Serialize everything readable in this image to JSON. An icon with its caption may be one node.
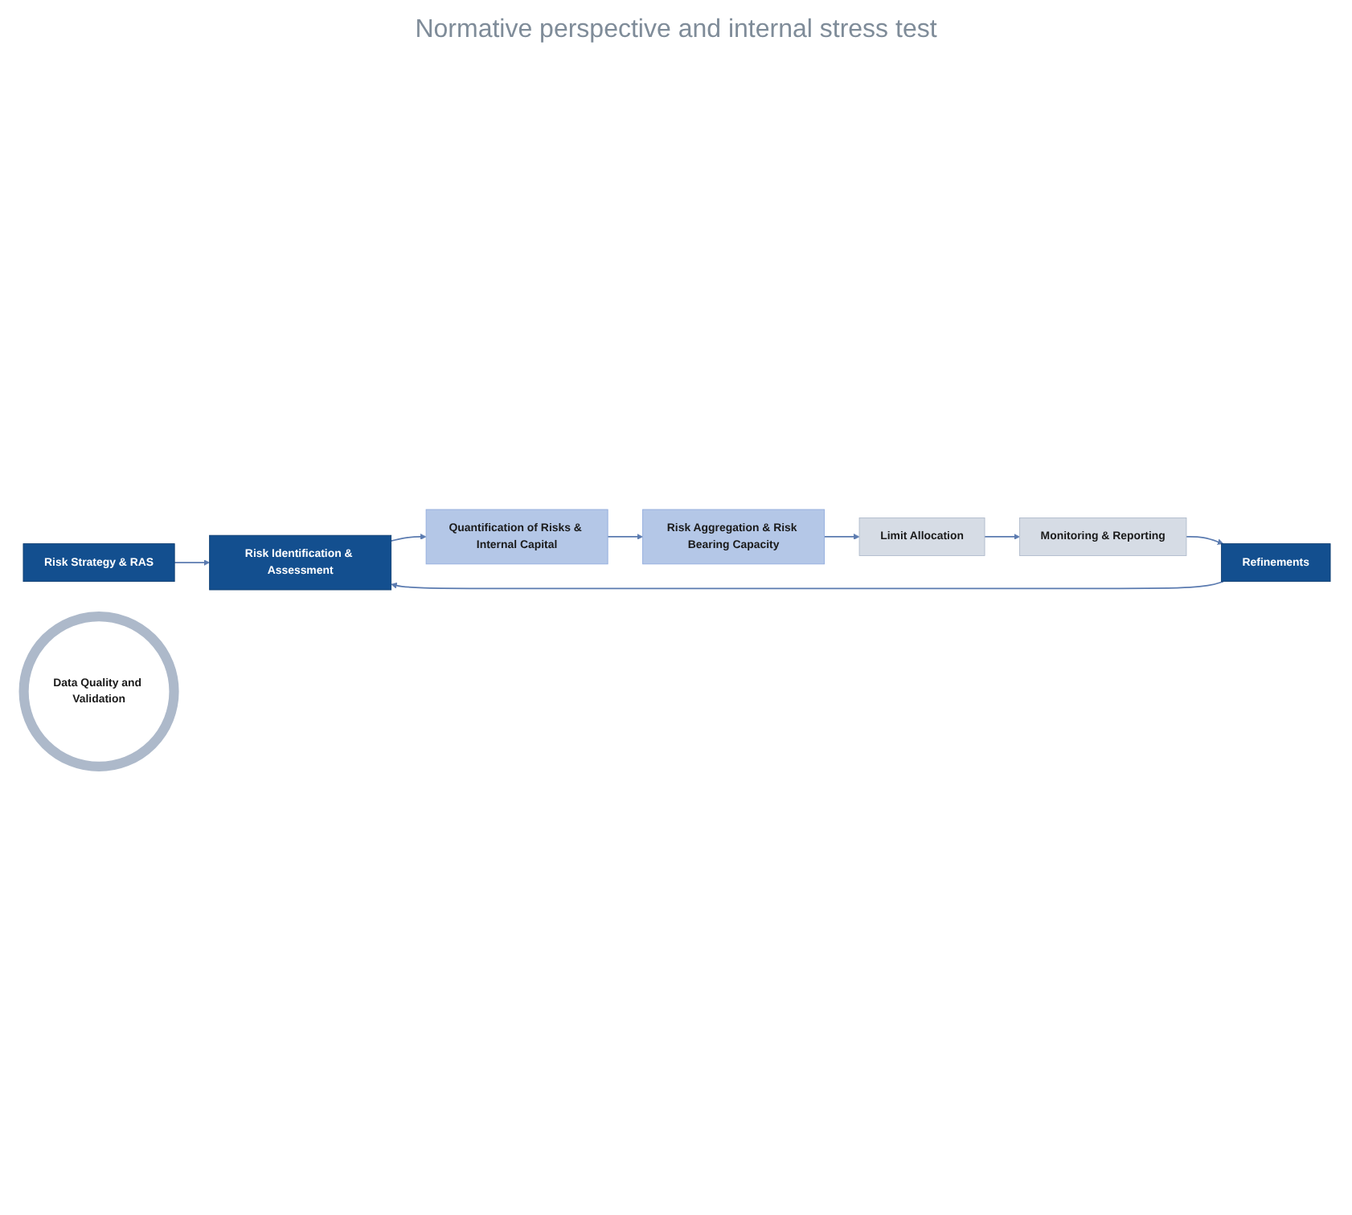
{
  "diagram": {
    "nodes": [
      {
        "text": [
          "Risk Strategy & RAS"
        ]
      },
      {
        "text": [
          "Risk Identification & Assessment"
        ]
      },
      {
        "text": [
          "Quantification of Risks & Internal Capital"
        ]
      },
      {
        "text": [
          "Risk Aggregation & Risk Bearing Capacity"
        ]
      },
      {
        "text": [
          "Limit Allocation"
        ]
      },
      {
        "text": [
          "Monitoring & Reporting"
        ]
      },
      {
        "text": [
          "Refinements"
        ]
      },
      {
        "text": [
          "Data Quality and Validation"
        ]
      }
    ],
    "edges": [
      {
        "from": 0,
        "to": 1,
        "arrow": "to"
      },
      {
        "from": 1,
        "to": 2,
        "arrow": "to"
      },
      {
        "from": 2,
        "to": 3,
        "arrow": "to"
      },
      {
        "from": 3,
        "to": 4,
        "arrow": "to"
      },
      {
        "from": 4,
        "to": 5,
        "arrow": "to"
      },
      {
        "from": 5,
        "to": 6,
        "arrow": "to"
      },
      {
        "from": 6,
        "to": 1,
        "arrow": "to"
      }
    ],
    "labels": [
      "Normative perspective and internal stress test"
    ]
  }
}
